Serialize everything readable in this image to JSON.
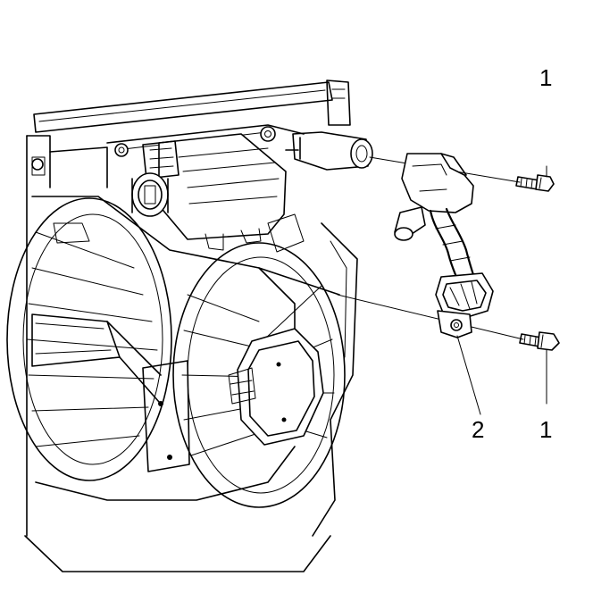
{
  "callouts": [
    {
      "label": "1"
    },
    {
      "label": "2"
    },
    {
      "label": "1"
    }
  ]
}
